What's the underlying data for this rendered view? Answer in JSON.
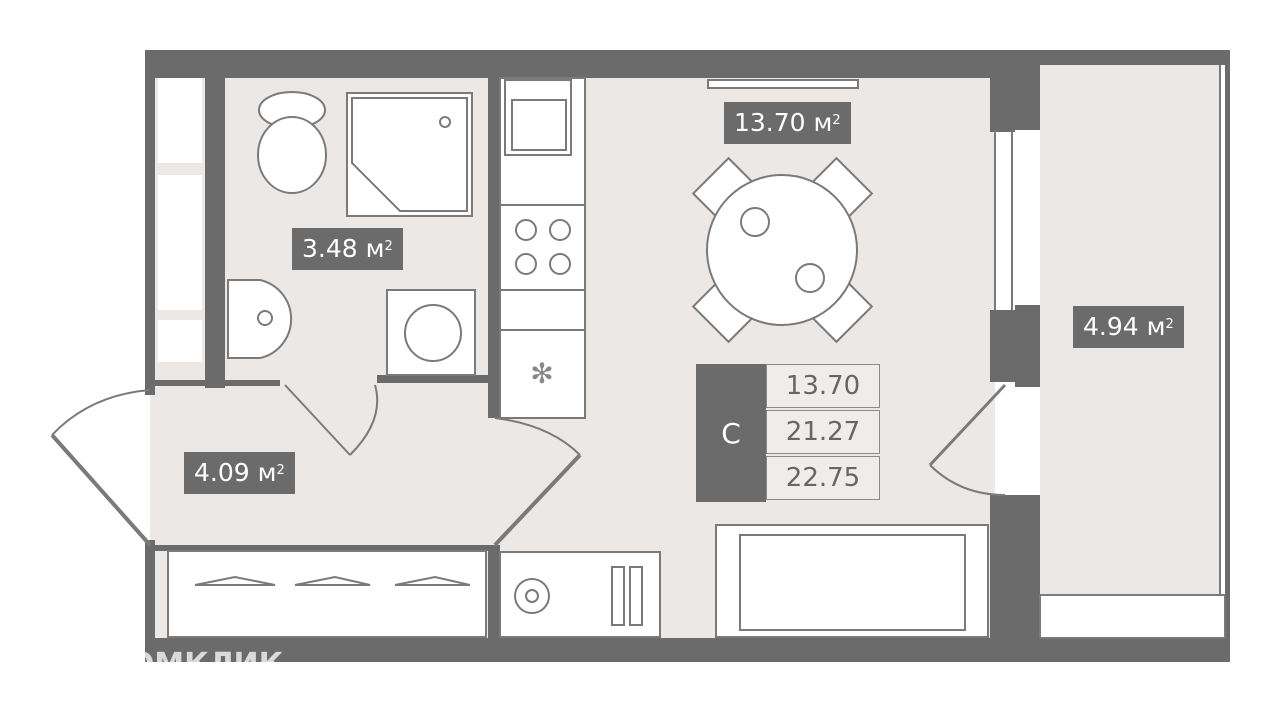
{
  "plan": {
    "colors": {
      "wall": "#6b6b6b",
      "floor": "#ebe8e6",
      "furniture_line": "#7a7a7a"
    },
    "rooms": [
      {
        "id": "kitchen-living",
        "area": "13.70",
        "unit": "м",
        "power": "2"
      },
      {
        "id": "bathroom",
        "area": "3.48",
        "unit": "м",
        "power": "2"
      },
      {
        "id": "hallway",
        "area": "4.09",
        "unit": "м",
        "power": "2"
      },
      {
        "id": "balcony",
        "area": "4.94",
        "unit": "м",
        "power": "2"
      }
    ],
    "summary": {
      "type": "С",
      "values": [
        "13.70",
        "21.27",
        "22.75"
      ]
    }
  },
  "watermark": {
    "text": "ДОМКЛИК",
    "icon": "house-icon"
  }
}
